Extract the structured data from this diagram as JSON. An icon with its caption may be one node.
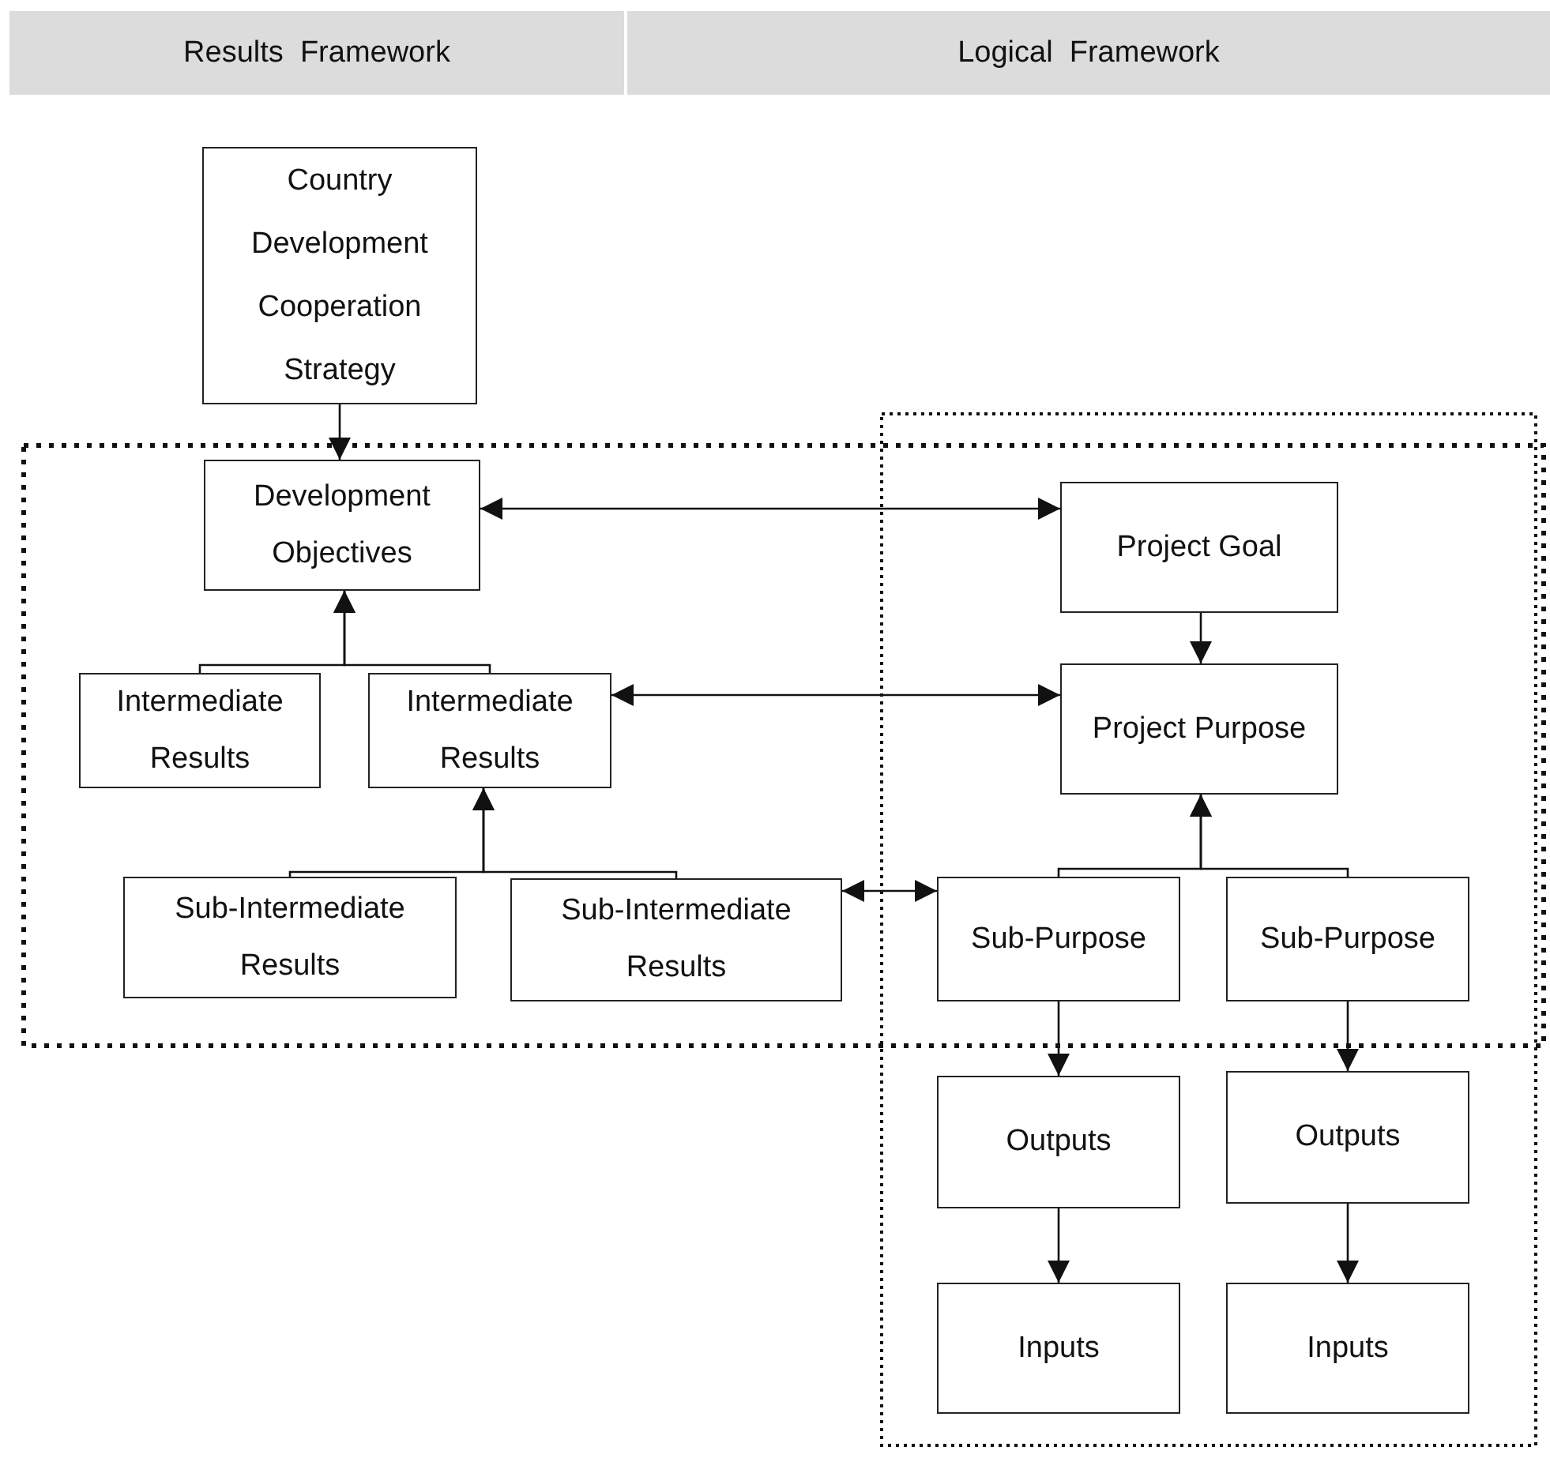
{
  "diagram": {
    "nodes": [
      {
        "text": [
          "Results  Framework"
        ]
      },
      {
        "text": [
          "Logical  Framework"
        ]
      },
      {
        "text": [
          "Country Development Cooperation Strategy"
        ]
      },
      {
        "text": [
          "Development Objectives"
        ]
      },
      {
        "text": [
          "Project Goal"
        ]
      },
      {
        "text": [
          "Intermediate Results"
        ]
      },
      {
        "text": [
          "Intermediate Results"
        ]
      },
      {
        "text": [
          "Project Purpose"
        ]
      },
      {
        "text": [
          "Sub-Intermediate Results"
        ]
      },
      {
        "text": [
          "Sub-Intermediate Results"
        ]
      },
      {
        "text": [
          "Sub-Purpose"
        ]
      },
      {
        "text": [
          "Sub-Purpose"
        ]
      },
      {
        "text": [
          "Outputs"
        ]
      },
      {
        "text": [
          "Outputs"
        ]
      },
      {
        "text": [
          "Inputs"
        ]
      },
      {
        "text": [
          "Inputs"
        ]
      }
    ],
    "edges": [
      {
        "from": 2,
        "to": 3,
        "arrow": "to"
      },
      {
        "from": 3,
        "to": 4,
        "arrow": "both"
      },
      {
        "from": 4,
        "to": 7,
        "arrow": "to"
      },
      {
        "from": 5,
        "to": 3,
        "arrow": "to"
      },
      {
        "from": 6,
        "to": 3,
        "arrow": "to"
      },
      {
        "from": 6,
        "to": 7,
        "arrow": "both"
      },
      {
        "from": 8,
        "to": 6,
        "arrow": "to"
      },
      {
        "from": 9,
        "to": 6,
        "arrow": "to"
      },
      {
        "from": 9,
        "to": 10,
        "arrow": "both"
      },
      {
        "from": 10,
        "to": 7,
        "arrow": "to"
      },
      {
        "from": 11,
        "to": 7,
        "arrow": "to"
      },
      {
        "from": 10,
        "to": 12,
        "arrow": "to"
      },
      {
        "from": 11,
        "to": 13,
        "arrow": "to"
      },
      {
        "from": 12,
        "to": 14,
        "arrow": "to"
      },
      {
        "from": 13,
        "to": 15,
        "arrow": "to"
      }
    ]
  }
}
